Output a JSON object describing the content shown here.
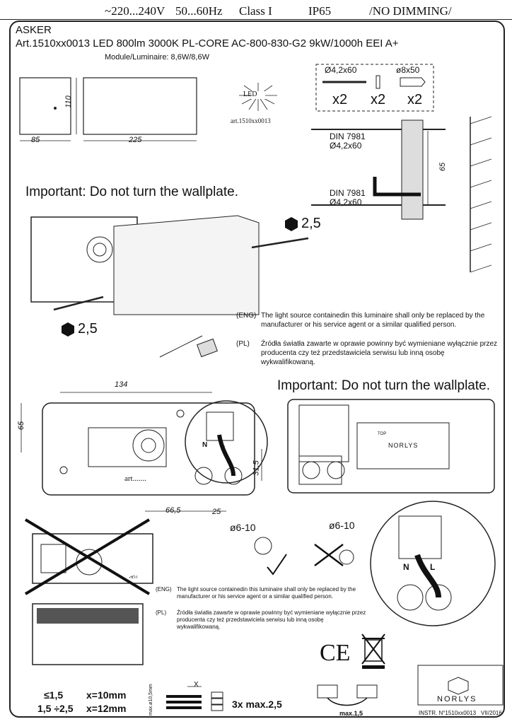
{
  "header": {
    "voltage": "~220...240V",
    "frequency": "50...60Hz",
    "class": "Class I",
    "ip": "IP65",
    "dimming": "/NO DIMMING/"
  },
  "product": {
    "name": "ASKER",
    "article": "Art.1510xx0013  LED 800lm 3000K PL-CORE AC-800-830-G2  9kW/1000h EEI A+",
    "power": "Module/Luminaire: 8,6W/8,6W"
  },
  "dimensions": {
    "depth": "85",
    "height": "110",
    "width": "225",
    "mount_height": "65",
    "plate_width": "134",
    "plate_height": "65",
    "offset_a": "66,5",
    "offset_b": "25",
    "offset_c": "31,5"
  },
  "led_badge": {
    "label": "LED",
    "article": "art.1510xx0013"
  },
  "hardware": {
    "screw": "Ø4,2x60",
    "plug": "ø8x50",
    "screw_qty": "x2",
    "washer_qty": "x2",
    "plug_qty": "x2",
    "din_top": "DIN 7981",
    "din_top_size": "Ø4,2x60",
    "din_bottom": "DIN 7981",
    "din_bottom_size": "Ø4,2x60"
  },
  "warnings": {
    "wallplate_1": "Important: Do not turn the wallplate.",
    "wallplate_2": "Important: Do not turn the wallplate."
  },
  "hex_labels": {
    "right": "2,5",
    "left": "2,5"
  },
  "notes": {
    "eng_tag": "(ENG)",
    "eng_text": "The light source containedin this luminaire shall only be replaced by the manufacturer or his service agent or a similar qualified person.",
    "pl_tag": "(PL)",
    "pl_text": "Źródła światła zawarte w oprawie powinny być wymieniane wyłącznie przez producenta czy też przedstawiciela serwisu lub inną osobę wykwalifikowaną."
  },
  "diagram_labels": {
    "art_label": "art.......",
    "top": "TOP",
    "brand": "NORLYS",
    "gland_ok": "ø6-10",
    "gland_bad": "ø6-10",
    "terminal_n": "N",
    "terminal_l": "L"
  },
  "wiring": {
    "rule_1_size": "≤1,5",
    "rule_1_x": "x=10mm",
    "rule_2_size": "1,5 ÷2,5",
    "rule_2_x": "x=12mm",
    "max_wire": "max.ø10,5mm",
    "x_label": "X",
    "terminals": "3x max.2,5",
    "loop_max": "max.1,5"
  },
  "marks": {
    "ce": "CE"
  },
  "footer": {
    "brand": "NORLYS",
    "instr": "INSTR. N°1510xx0013",
    "date": "VII/2016"
  }
}
